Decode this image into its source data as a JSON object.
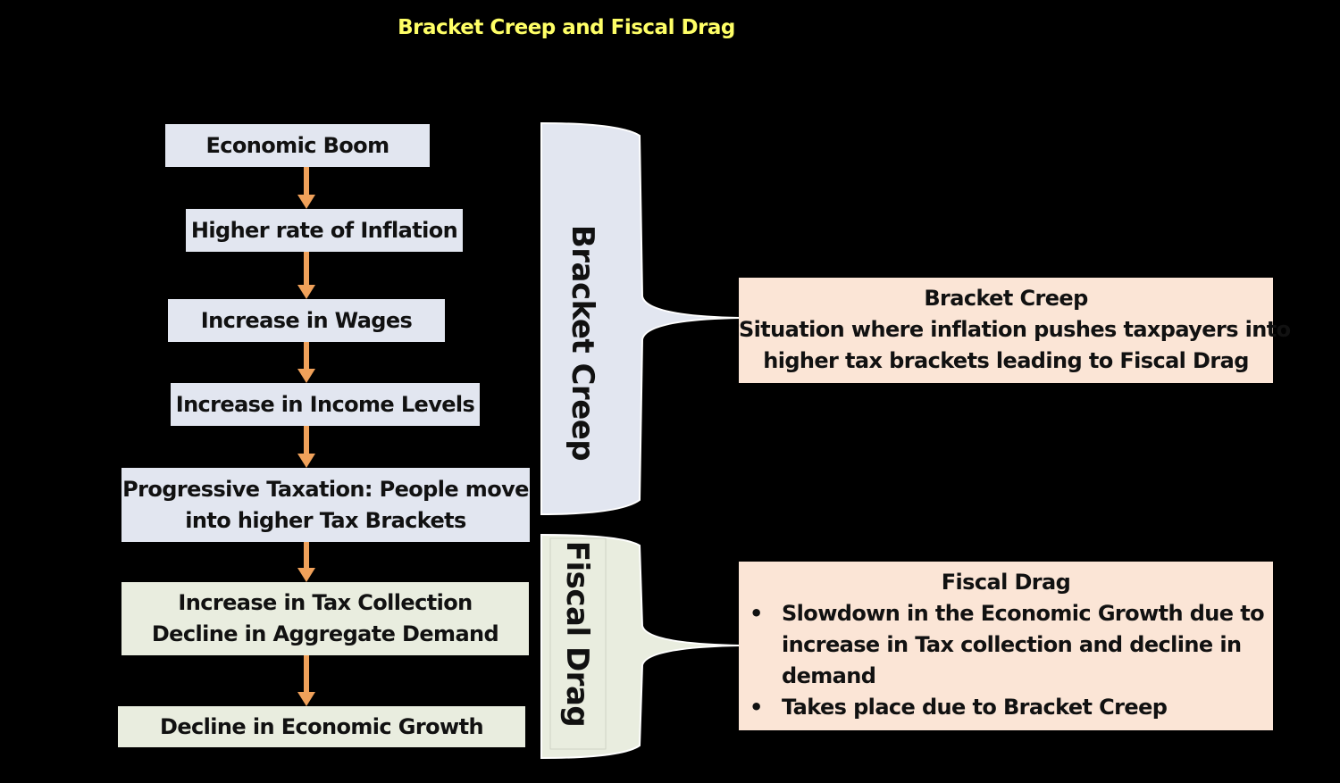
{
  "title": "Bracket Creep and Fiscal Drag",
  "flow": {
    "steps": [
      {
        "lines": [
          "Economic Boom"
        ],
        "group": "bracket-creep"
      },
      {
        "lines": [
          "Higher rate of Inflation"
        ],
        "group": "bracket-creep"
      },
      {
        "lines": [
          "Increase in Wages"
        ],
        "group": "bracket-creep"
      },
      {
        "lines": [
          "Increase in Income Levels"
        ],
        "group": "bracket-creep"
      },
      {
        "lines": [
          "Progressive Taxation: People move",
          "into higher Tax Brackets"
        ],
        "group": "bracket-creep"
      },
      {
        "lines": [
          "Increase in Tax Collection",
          "Decline in Aggregate Demand"
        ],
        "group": "fiscal-drag"
      },
      {
        "lines": [
          "Decline in Economic Growth"
        ],
        "group": "fiscal-drag"
      }
    ]
  },
  "braces": {
    "bracket_creep_label": "Bracket Creep",
    "fiscal_drag_label": "Fiscal Drag"
  },
  "descriptions": {
    "bracket_creep": {
      "title": "Bracket Creep",
      "lines": [
        "Situation where inflation pushes taxpayers into",
        "higher tax brackets leading to Fiscal Drag"
      ]
    },
    "fiscal_drag": {
      "title": "Fiscal Drag",
      "bullet_symbol": "•",
      "bullets": [
        "Slowdown in the Economic Growth due to increase in Tax collection and decline in demand",
        "Takes place due to Bracket Creep"
      ]
    }
  },
  "colors": {
    "background": "#000000",
    "title_text": "#ffff66",
    "bracket_creep_fill": "#e2e6f0",
    "fiscal_drag_fill": "#e9eddf",
    "description_fill": "#fbe5d6",
    "arrow": "#f0a15a",
    "text": "#111111"
  }
}
